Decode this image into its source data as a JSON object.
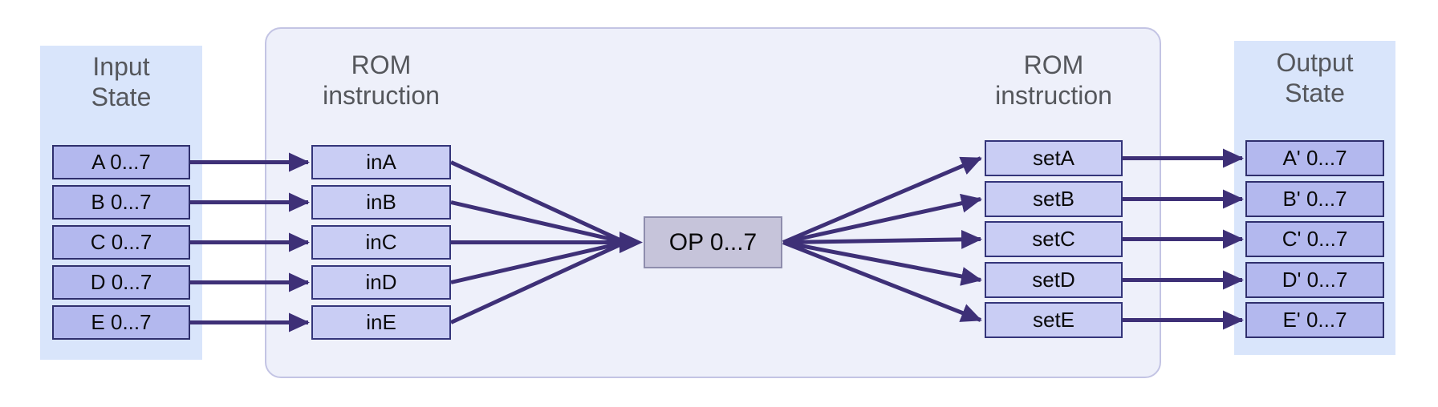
{
  "colors": {
    "panel-side": "#d9e5fb",
    "panel-mid": "#eef0fa",
    "panel-mid-border": "#c3c4e4",
    "state-fill": "#b3b8ee",
    "state-border": "#2f2f6d",
    "instr-fill": "#c9cdf4",
    "instr-border": "#34357a",
    "op-fill": "#c6c4da",
    "op-border": "#8e8dad",
    "arrow": "#3e3077",
    "title-text": "#55575c",
    "box-text": "#0a0a0a"
  },
  "input_panel": {
    "title_line1": "Input",
    "title_line2": "State",
    "boxes": [
      "A 0...7",
      "B 0...7",
      "C 0...7",
      "D 0...7",
      "E 0...7"
    ]
  },
  "rom_left": {
    "title_line1": "ROM",
    "title_line2": "instruction",
    "boxes": [
      "inA",
      "inB",
      "inC",
      "inD",
      "inE"
    ]
  },
  "op": {
    "label": "OP 0...7"
  },
  "rom_right": {
    "title_line1": "ROM",
    "title_line2": "instruction",
    "boxes": [
      "setA",
      "setB",
      "setC",
      "setD",
      "setE"
    ]
  },
  "output_panel": {
    "title_line1": "Output",
    "title_line2": "State",
    "boxes": [
      "A' 0...7",
      "B' 0...7",
      "C' 0...7",
      "D' 0...7",
      "E' 0...7"
    ]
  }
}
